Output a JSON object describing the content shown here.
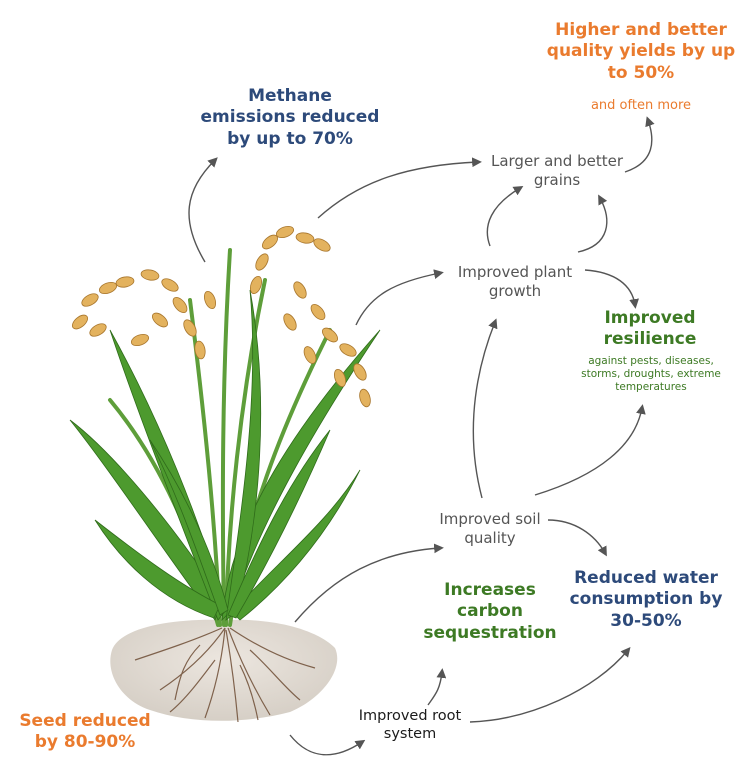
{
  "colors": {
    "orange": "#ea7b2e",
    "blue": "#2d4a7a",
    "green": "#3d7a24",
    "gray_text": "#555555",
    "arrow": "#555555"
  },
  "labels": {
    "yields_title": "Higher and better quality yields by up to 50%",
    "yields_sub": "and often more",
    "methane": "Methane emissions reduced by up to 70%",
    "grains": "Larger and better grains",
    "plant_growth": "Improved plant growth",
    "resilience_title": "Improved resilience",
    "resilience_sub": "against pests, diseases, storms, droughts, extreme temperatures",
    "soil_quality": "Improved soil quality",
    "carbon": "Increases carbon sequestration",
    "water": "Reduced water consumption by 30-50%",
    "seed": "Seed reduced by 80-90%",
    "root_system": "Improved root system"
  },
  "icons": {
    "illustration": "rice-plant-icon"
  }
}
